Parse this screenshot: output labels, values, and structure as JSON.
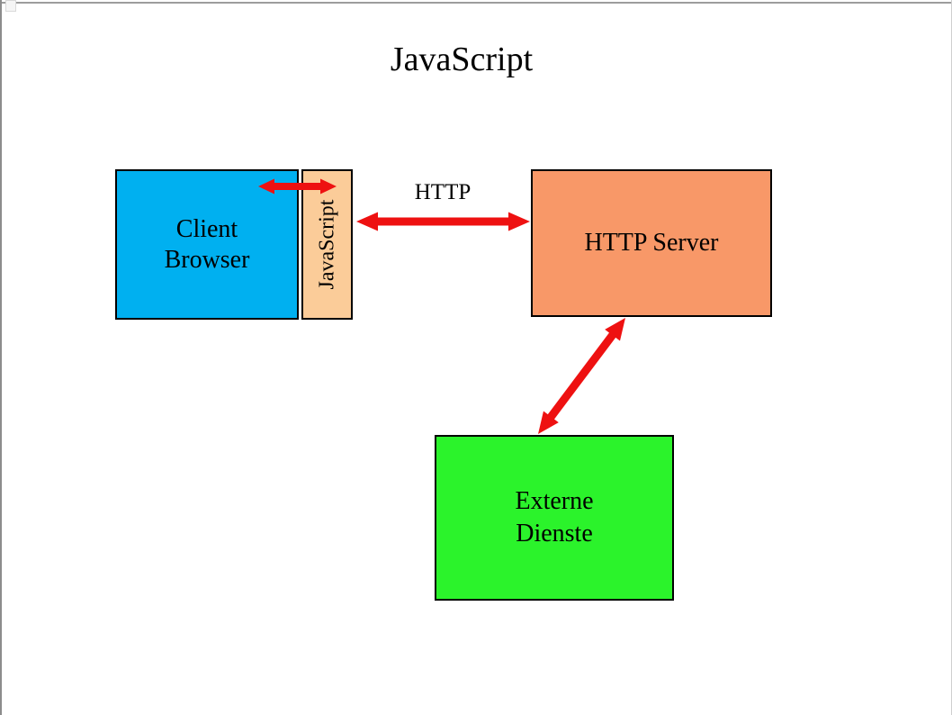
{
  "page": {
    "title": "JavaScript",
    "background": "#ffffff",
    "frame_color": "#8c8c8c"
  },
  "diagram": {
    "client_browser": {
      "label_line1": "Client",
      "label_line2": "Browser",
      "fill": "#00b0f0",
      "border": "#000000"
    },
    "javascript_layer": {
      "label": "JavaScript",
      "fill": "#fbcc99",
      "border": "#000000"
    },
    "http_server": {
      "label": "HTTP Server",
      "fill": "#f89868",
      "border": "#000000"
    },
    "externe_dienste": {
      "label_line1": "Externe",
      "label_line2": "Dienste",
      "fill": "#2bf32b",
      "border": "#000000"
    },
    "http_connection_label": "HTTP",
    "arrow_color": "#ee1111",
    "text_color": "#000000"
  }
}
